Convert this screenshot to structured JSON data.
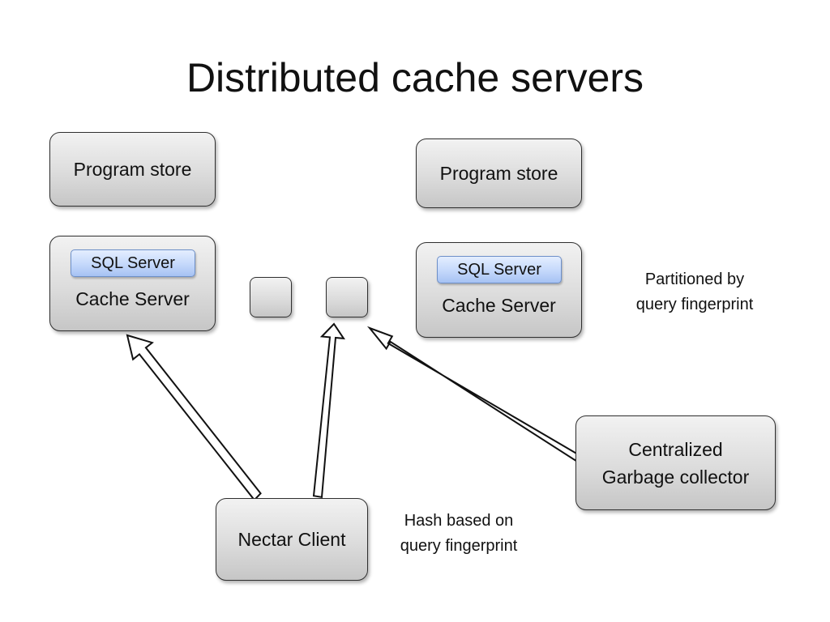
{
  "title": "Distributed cache servers",
  "left": {
    "program_store": "Program store",
    "sql_server": "SQL Server",
    "cache_server": "Cache Server"
  },
  "right": {
    "program_store": "Program store",
    "sql_server": "SQL Server",
    "cache_server": "Cache Server"
  },
  "partition_note": [
    "Partitioned by",
    "query fingerprint"
  ],
  "client": "Nectar Client",
  "hash_note": [
    "Hash based on",
    "query fingerprint"
  ],
  "gc": [
    "Centralized",
    "Garbage collector"
  ]
}
